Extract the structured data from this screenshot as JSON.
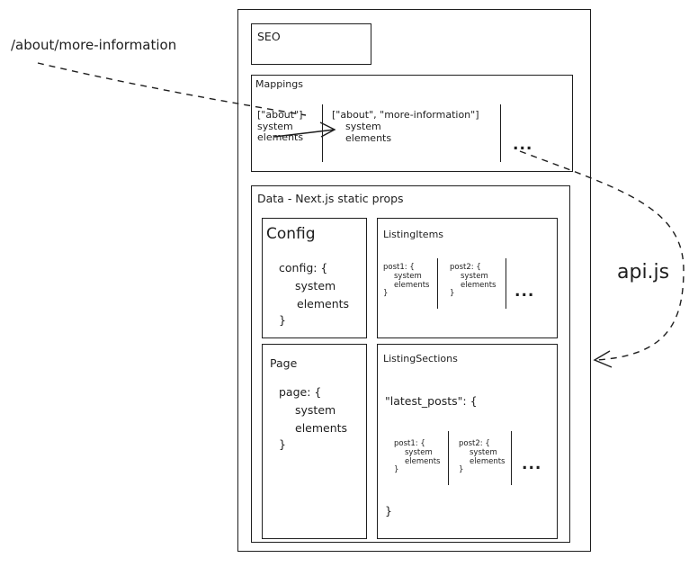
{
  "url_label": "/about/more-information",
  "api_label": "api.js",
  "seo": {
    "title": "SEO"
  },
  "mappings": {
    "title": "Mappings",
    "key1": "[\"about\"]",
    "key1_line2": "system",
    "key1_line3": "elements",
    "key2": "[\"about\", \"more-information\"]",
    "key2_line2": "system",
    "key2_line3": "elements",
    "more": "..."
  },
  "data": {
    "title": "Data - Next.js static props",
    "config": {
      "title": "Config",
      "lines": [
        "config: {",
        "system",
        "elements",
        "}"
      ]
    },
    "page": {
      "title": "Page",
      "lines": [
        "page: {",
        "system",
        "elements",
        "}"
      ]
    },
    "listing_items": {
      "title": "ListingItems",
      "post1": [
        "post1: {",
        "system",
        "elements",
        "}"
      ],
      "post2": [
        "post2: {",
        "system",
        "elements",
        "}"
      ],
      "more": "..."
    },
    "listing_sections": {
      "title": "ListingSections",
      "section_key": "\"latest_posts\": {",
      "post1": [
        "post1: {",
        "system",
        "elements",
        "}"
      ],
      "post2": [
        "post2: {",
        "system",
        "elements",
        "}"
      ],
      "more": "...",
      "close": "}"
    }
  }
}
